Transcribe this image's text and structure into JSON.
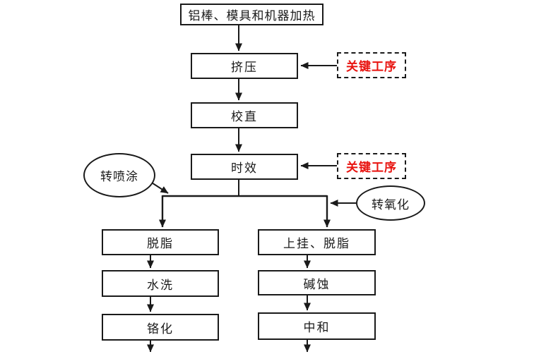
{
  "diagram": {
    "nodes": {
      "heating": "铝棒、模具和机器加热",
      "extrusion": "挤压",
      "straightening": "校直",
      "aging": "时效",
      "degreasing": "脱脂",
      "water_wash": "水洗",
      "chromating": "铬化",
      "hang_degreasing": "上挂、脱脂",
      "alkali_etching": "碱蚀",
      "neutralization": "中和"
    },
    "callouts": {
      "key_process_extrusion": "关键工序",
      "key_process_aging": "关键工序",
      "to_spray_coating": "转喷涂",
      "to_oxidation": "转氧化"
    },
    "colors": {
      "line": "#1a1a1a",
      "key_process_text": "#e8130f",
      "background": "#ffffff"
    }
  }
}
